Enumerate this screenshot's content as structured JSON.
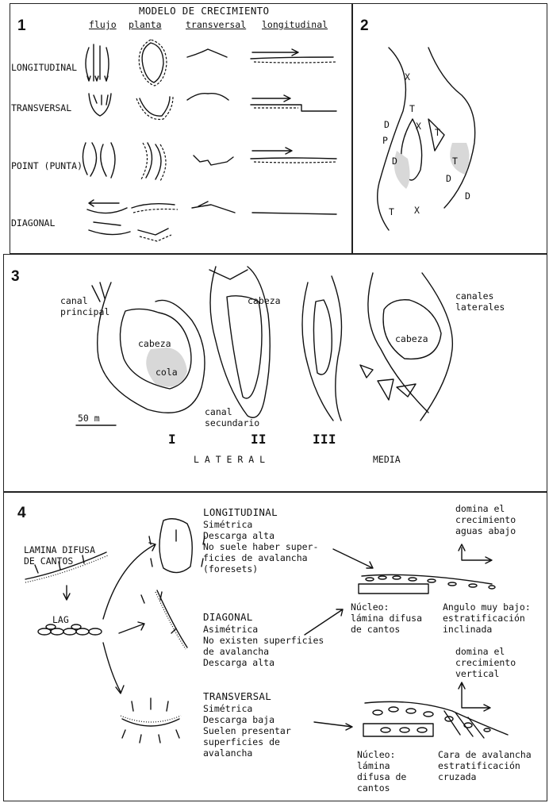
{
  "panel1": {
    "number": "1",
    "header": "MODELO DE CRECIMIENTO",
    "columns": [
      "flujo",
      "planta",
      "transversal",
      "longitudinal"
    ],
    "rows": [
      "LONGITUDINAL",
      "TRANSVERSAL",
      "POINT (PUNTA)",
      "DIAGONAL"
    ]
  },
  "panel2": {
    "number": "2",
    "symbols": [
      "X",
      "T",
      "D",
      "P",
      "X",
      "T",
      "D",
      "D",
      "T",
      "T",
      "X",
      "D"
    ]
  },
  "panel3": {
    "number": "3",
    "labels": {
      "canal_principal": "canal\nprincipal",
      "cabeza_1": "cabeza",
      "cola": "cola",
      "canal_secundario": "canal\nsecundario",
      "cabeza_2": "cabeza",
      "canales_laterales": "canales\nlaterales",
      "cabeza_3": "cabeza",
      "scale": "50 m"
    },
    "roman": [
      "I",
      "II",
      "III"
    ],
    "group_lateral": "L A T E R A L",
    "group_media": "MEDIA"
  },
  "panel4": {
    "number": "4",
    "lamina": "LAMINA DIFUSA\nDE CANTOS",
    "lag": "LAG",
    "longitudinal": {
      "title": "LONGITUDINAL",
      "text": "Simétrica\nDescarga alta\nNo suele haber super-\nficies de avalancha\n(foresets)"
    },
    "diagonal": {
      "title": "DIAGONAL",
      "text": "Asimétrica\nNo existen superficies\nde avalancha\nDescarga alta"
    },
    "transversal": {
      "title": "TRANSVERSAL",
      "text": "Simétrica\nDescarga baja\nSuelen presentar\nsuperficies de\navalancha"
    },
    "right": {
      "domina1": "domina el\ncrecimiento\naguas abajo",
      "nucleo1": "Núcleo:\nlámina difusa\nde cantos",
      "angulo": "Angulo muy bajo:\nestratificación\ninclinada",
      "domina2": "domina el\ncrecimiento\nvertical",
      "nucleo2": "Núcleo:\nlámina\ndifusa de\ncantos",
      "cara": "Cara de avalancha\nestratificación\ncruzada"
    }
  }
}
